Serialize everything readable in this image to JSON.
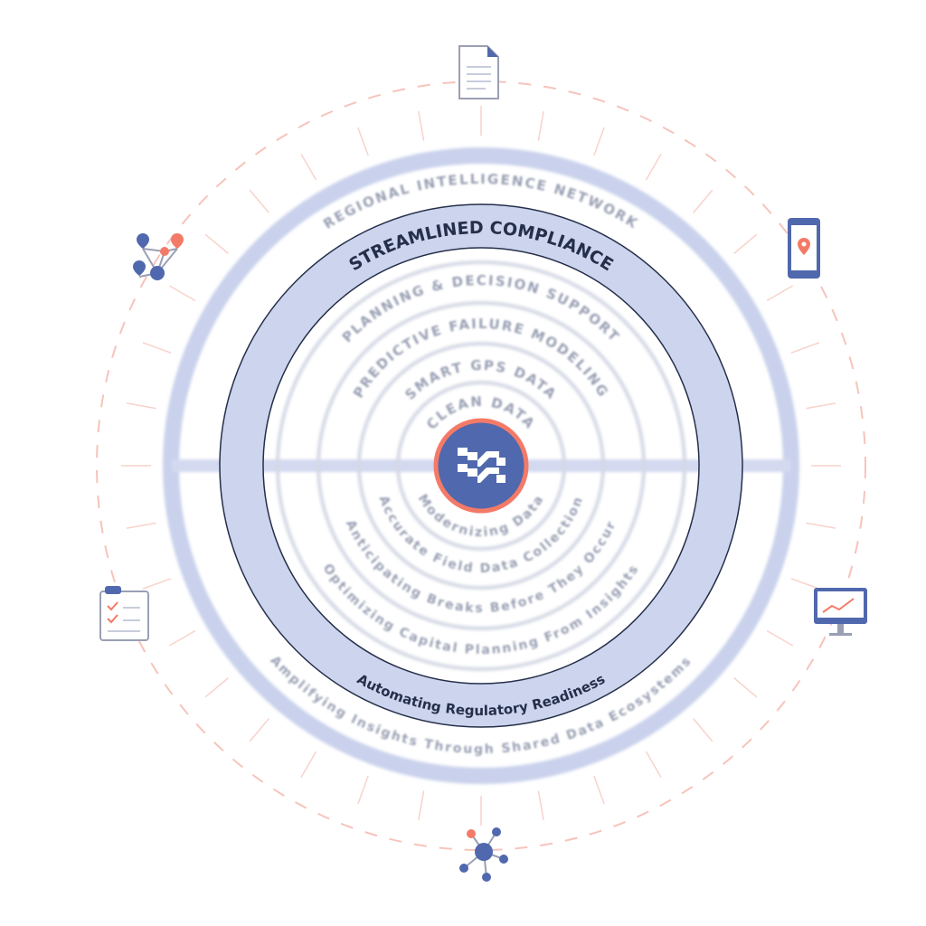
{
  "colors": {
    "navy": "#252f4a",
    "band": "#cdd5ee",
    "ring": "#c9d1ec",
    "accent": "#f47a68",
    "brand": "#5068ad",
    "dash": "#f6c4bb"
  },
  "center_logo": {
    "icon": "zigzag-logo-icon"
  },
  "top_labels": [
    {
      "text": "REGIONAL INTELLIGENCE NETWORK",
      "radius": 312,
      "blurred": true
    },
    {
      "text": "STREAMLINED COMPLIANCE",
      "radius": 257,
      "blurred": false
    },
    {
      "text": "PLANNING & DECISION SUPPORT",
      "radius": 200,
      "blurred": true
    },
    {
      "text": "PREDICTIVE FAILURE MODELING",
      "radius": 152,
      "blurred": true
    },
    {
      "text": "SMART GPS DATA",
      "radius": 106,
      "blurred": true
    },
    {
      "text": "CLEAN DATA",
      "radius": 66,
      "blurred": true
    }
  ],
  "bottom_labels": [
    {
      "text": "Modernizing Data",
      "radius": 78,
      "blurred": true
    },
    {
      "text": "Accurate Field Data Collection",
      "radius": 118,
      "blurred": true
    },
    {
      "text": "Anticipating Breaks Before They Occur",
      "radius": 162,
      "blurred": true
    },
    {
      "text": "Optimizing Capital Planning From Insights",
      "radius": 208,
      "blurred": true
    },
    {
      "text": "Automating Regulatory Readiness",
      "radius": 276,
      "blurred": false
    },
    {
      "text": "Amplifying Insights Through Shared Data Ecosystems",
      "radius": 318,
      "blurred": true
    }
  ],
  "outer_icons": [
    "document-icon",
    "mobile-location-icon",
    "monitor-chart-icon",
    "network-nodes-icon",
    "checklist-icon",
    "map-pins-network-icon"
  ]
}
